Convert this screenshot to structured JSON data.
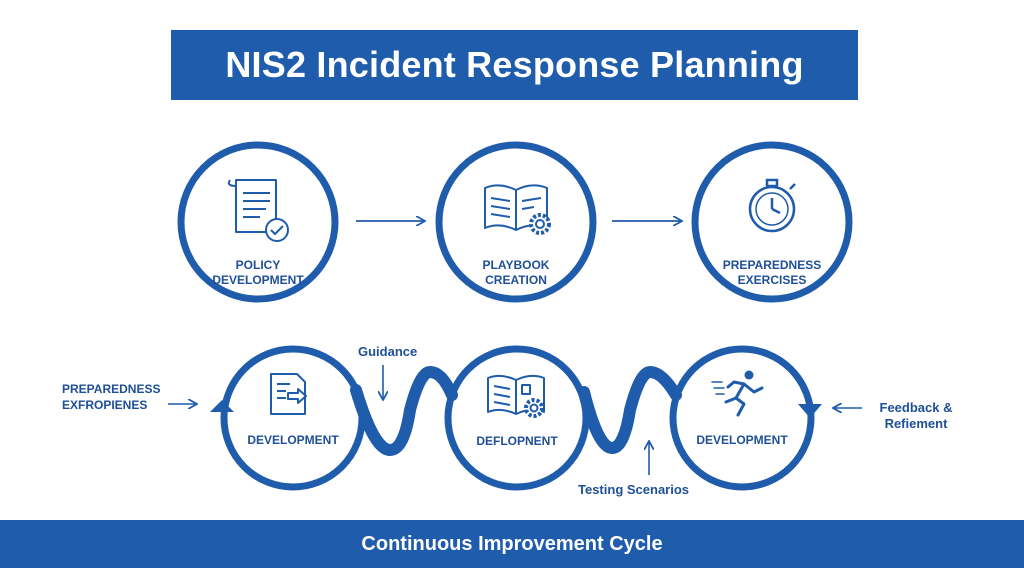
{
  "title": "NIS2 Incident Response Planning",
  "footer": "Continuous Improvement Cycle",
  "colors": {
    "primary": "#1f5cab",
    "text": "#1f4f97",
    "background": "#ffffff"
  },
  "top_row": [
    {
      "line1": "POLICY",
      "line2": "DEVELOPMENT",
      "icon": "policy-document-check-icon"
    },
    {
      "line1": "PLAYBOOK",
      "line2": "CREATION",
      "icon": "book-gear-icon"
    },
    {
      "line1": "PREPAREDNESS",
      "line2": "EXERCISES",
      "icon": "stopwatch-icon"
    }
  ],
  "bottom_row": [
    {
      "label": "DEVELOPMENT",
      "icon": "document-arrow-icon"
    },
    {
      "label": "DEFLOPNENT",
      "icon": "book-gear-icon"
    },
    {
      "label": "DEVELOPMENT",
      "icon": "running-person-icon"
    }
  ],
  "annotations": {
    "guidance": "Guidance",
    "testing": "Testing Scenarios",
    "left_line1": "PREPAREDNESS",
    "left_line2": "EXFROPIENES",
    "right_line1": "Feedback &",
    "right_line2": "Refiement"
  }
}
